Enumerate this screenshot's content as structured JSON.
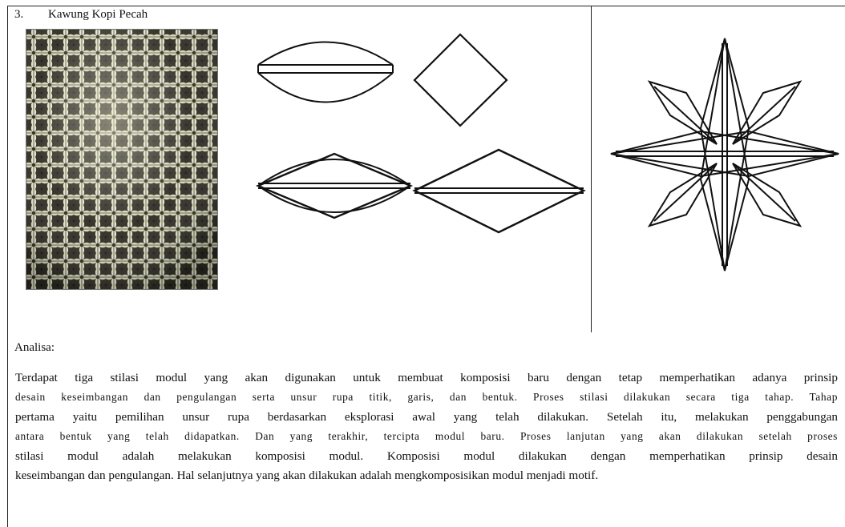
{
  "heading": {
    "number": "3.",
    "title": "Kawung Kopi Pecah"
  },
  "images": {
    "photo": "batik-fabric-photo",
    "stilasi_1": "leaf-shape-stilasi",
    "stilasi_2": "diamond-shape-stilasi",
    "stilasi_3": "combined-leaf-diamond-stilasi",
    "stilasi_4": "flat-diamond-stilasi",
    "modul": "eight-point-star-modul"
  },
  "analysis": {
    "label": "Analisa:",
    "lines": [
      "Terdapat tiga stilasi modul yang akan digunakan untuk membuat komposisi baru dengan tetap memperhatikan adanya prinsip",
      "desain keseimbangan dan pengulangan serta unsur rupa titik, garis, dan bentuk. Proses stilasi dilakukan secara tiga tahap. Tahap",
      "pertama yaitu pemilihan unsur rupa berdasarkan eksplorasi awal yang telah dilakukan. Setelah itu, melakukan penggabungan",
      "antara bentuk yang telah didapatkan. Dan yang terakhir, tercipta modul baru. Proses lanjutan yang akan dilakukan setelah proses",
      "stilasi modul adalah melakukan komposisi modul. Komposisi modul dilakukan dengan memperhatikan prinsip desain",
      "keseimbangan dan pengulangan. Hal selanjutnya yang akan dilakukan adalah mengkomposisikan modul menjadi motif."
    ]
  }
}
